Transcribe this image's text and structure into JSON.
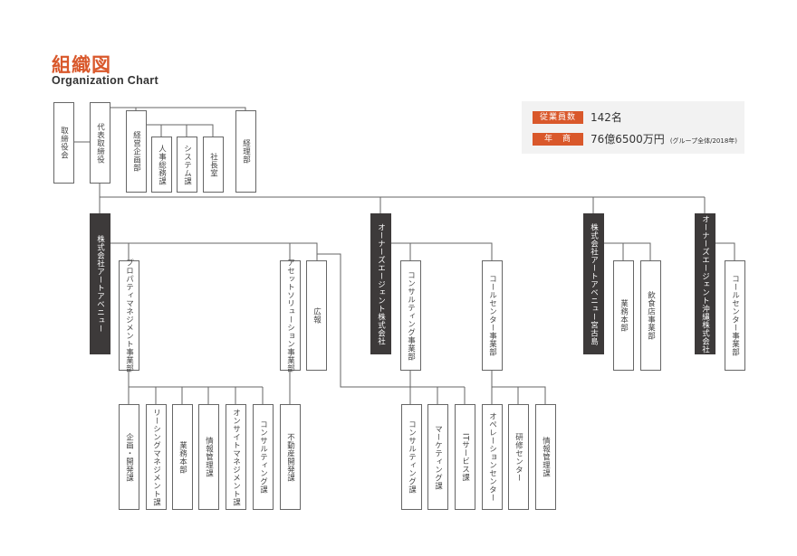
{
  "header": {
    "title": "組織図",
    "subtitle": "Organization Chart"
  },
  "info": {
    "employees_label": "従業員数",
    "employees_value": "142名",
    "sales_label": "年　商",
    "sales_value": "76億6500万円",
    "sales_note": "(グループ全体/2018年)"
  },
  "colors": {
    "accent": "#d9582b",
    "company": "#3d3a3a",
    "line": "#666666"
  },
  "top": {
    "board": "取締役会",
    "ceo": "代表取締役",
    "planning": "経営企画部",
    "hr": "人事総務課",
    "system": "システム課",
    "president_office": "社長室",
    "accounting": "経理部"
  },
  "aa": {
    "name": "株式会社アートアベニュー",
    "pm": "プロパティマネジメント事業部",
    "asset": "アセットソリューション事業部",
    "pr": "広報",
    "pm_units": [
      "企画・開発課",
      "リーシングマネジメント課",
      "業務本部",
      "情報管理課",
      "オンサイトマネジメント課",
      "コンサルティング課"
    ],
    "asset_units": [
      "不動産開発課"
    ]
  },
  "oa": {
    "name": "オーナーズエージェント株式会社",
    "consulting": "コンサルティング事業部",
    "callcenter": "コールセンター事業部",
    "consulting_units": [
      "コンサルティング課",
      "マーケティング課",
      "ITサービス課"
    ],
    "callcenter_units": [
      "オペレーションセンター",
      "研修センター",
      "情報管理課"
    ]
  },
  "miyako": {
    "name": "株式会社アートアベニュー宮古島",
    "units": [
      "業務本部",
      "飲食店事業部"
    ]
  },
  "okinawa": {
    "name": "オーナーズエージェント沖縄株式会社",
    "units": [
      "コールセンター事業部"
    ]
  }
}
